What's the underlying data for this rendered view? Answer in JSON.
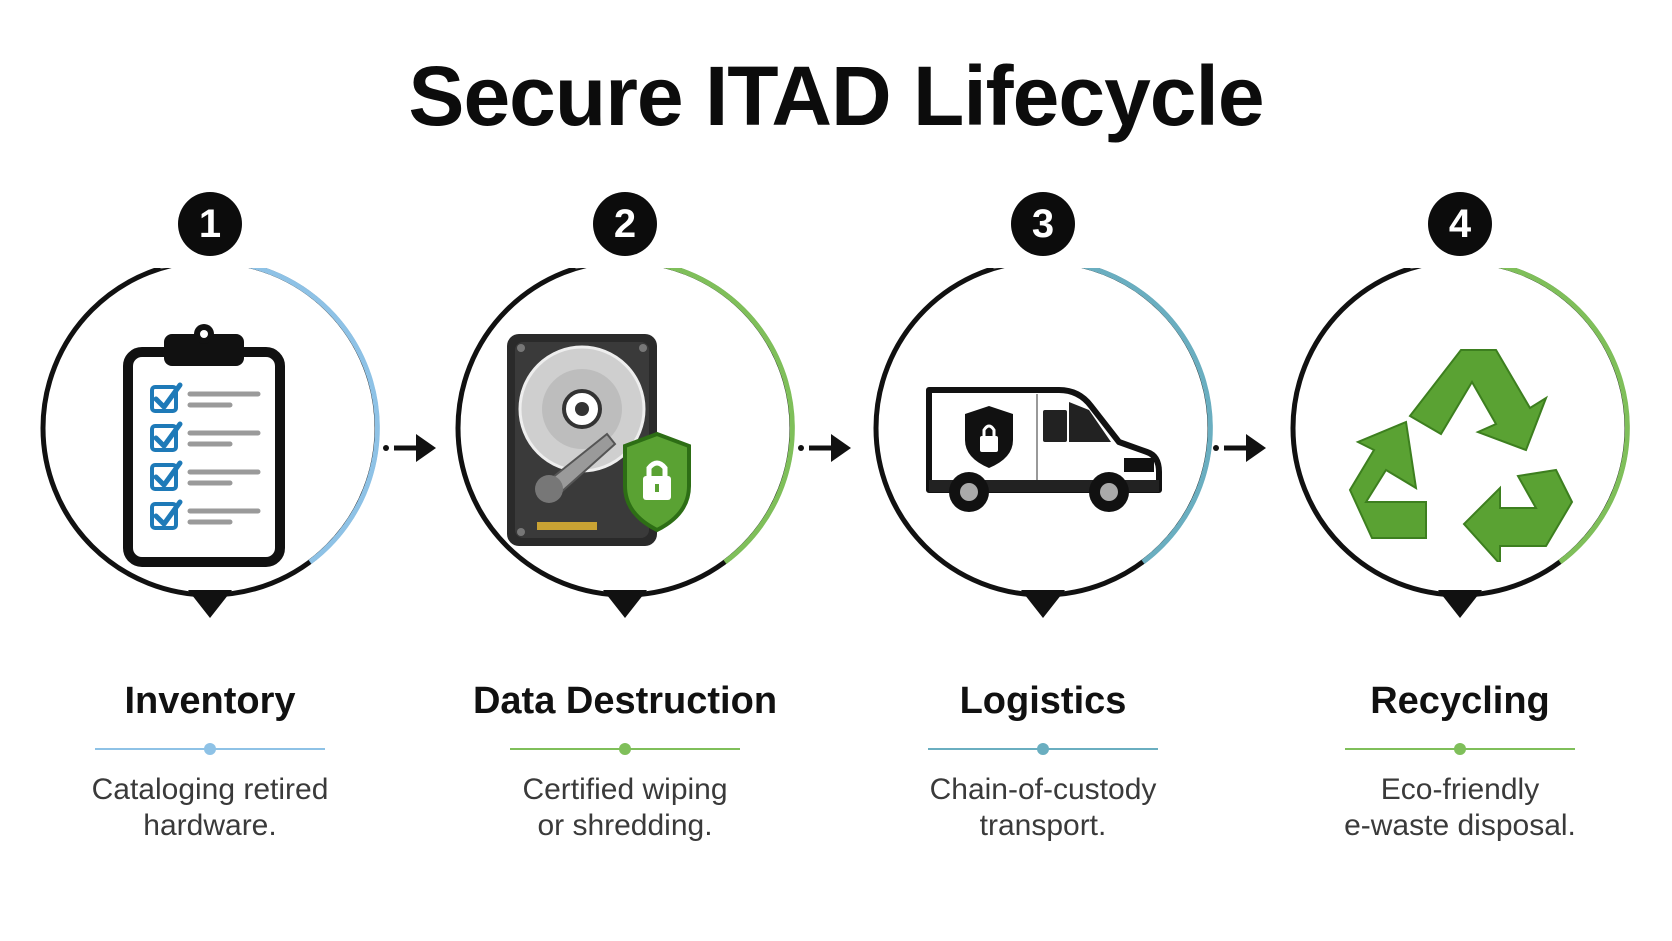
{
  "title": "Secure ITAD Lifecycle",
  "accent_colors": {
    "blue": "#8ec2e6",
    "green": "#7fbf5a",
    "teal": "#6aaec0",
    "recycle_green": "#5aa233"
  },
  "steps": [
    {
      "number": "1",
      "label": "Inventory",
      "description_line1": "Cataloging retired",
      "description_line2": "hardware.",
      "icon": "clipboard-checklist-icon",
      "accent": "#8ec2e6"
    },
    {
      "number": "2",
      "label": "Data Destruction",
      "description_line1": "Certified wiping",
      "description_line2": "or shredding.",
      "icon": "hard-drive-shield-icon",
      "accent": "#7fbf5a"
    },
    {
      "number": "3",
      "label": "Logistics",
      "description_line1": "Chain-of-custody",
      "description_line2": "transport.",
      "icon": "secure-van-icon",
      "accent": "#6aaec0"
    },
    {
      "number": "4",
      "label": "Recycling",
      "description_line1": "Eco-friendly",
      "description_line2": "e-waste disposal.",
      "icon": "recycle-icon",
      "accent": "#7fbf5a"
    }
  ]
}
